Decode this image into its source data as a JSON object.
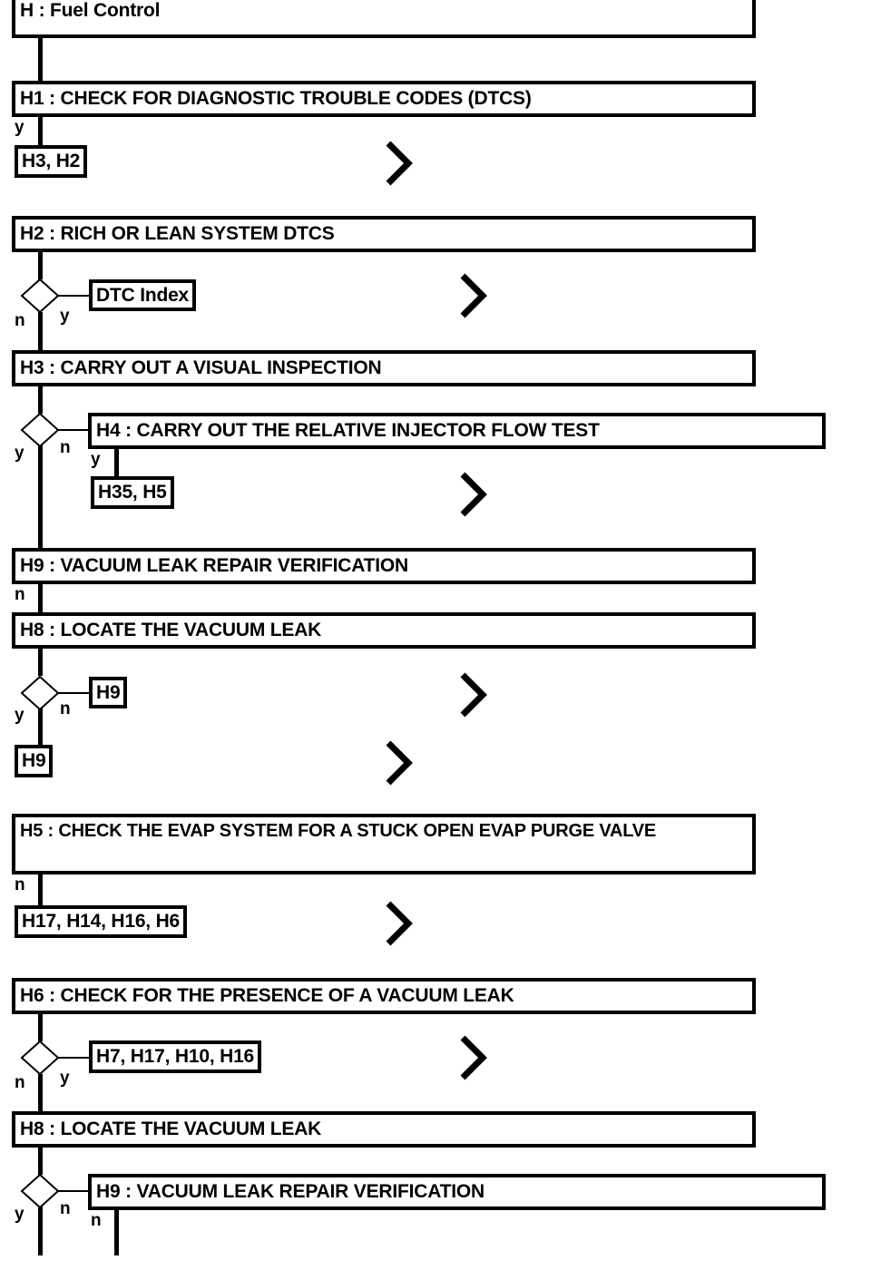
{
  "diagram": {
    "title": "H : Fuel Control",
    "type": "flowchart",
    "steps": [
      {
        "id": "H",
        "label": "H : Fuel Control"
      },
      {
        "id": "H1",
        "label": "H1 : CHECK FOR DIAGNOSTIC TROUBLE CODES (DTCS)"
      },
      {
        "id": "H2",
        "label": "H2 : RICH OR LEAN SYSTEM DTCS"
      },
      {
        "id": "H3",
        "label": "H3 : CARRY OUT A VISUAL INSPECTION"
      },
      {
        "id": "H4",
        "label": "H4 : CARRY OUT THE RELATIVE INJECTOR FLOW TEST"
      },
      {
        "id": "H9a",
        "label": "H9 : VACUUM LEAK REPAIR VERIFICATION"
      },
      {
        "id": "H8a",
        "label": "H8 : LOCATE THE VACUUM LEAK"
      },
      {
        "id": "H5",
        "label": "H5 : CHECK THE EVAP SYSTEM FOR A STUCK OPEN EVAP PURGE VALVE"
      },
      {
        "id": "H6",
        "label": "H6 : CHECK FOR THE PRESENCE OF A VACUUM LEAK"
      },
      {
        "id": "H8b",
        "label": "H8 : LOCATE THE VACUUM LEAK"
      },
      {
        "id": "H9b",
        "label": "H9 : VACUUM LEAK REPAIR VERIFICATION"
      }
    ],
    "references": [
      {
        "id": "ref1",
        "label": "H3, H2"
      },
      {
        "id": "ref2",
        "label": "DTC Index"
      },
      {
        "id": "ref3",
        "label": "H35, H5"
      },
      {
        "id": "ref4",
        "label": "H9"
      },
      {
        "id": "ref5",
        "label": "H9"
      },
      {
        "id": "ref6",
        "label": "H17, H14, H16, H6"
      },
      {
        "id": "ref7",
        "label": "H7, H17, H10, H16"
      }
    ],
    "branch_labels": {
      "yes": "y",
      "no": "n"
    },
    "branches": [
      {
        "id": "b1",
        "label": "y"
      },
      {
        "id": "b2",
        "label": "y"
      },
      {
        "id": "b3",
        "label": "n"
      },
      {
        "id": "b4",
        "label": "n"
      },
      {
        "id": "b5",
        "label": "y"
      },
      {
        "id": "b6",
        "label": "y"
      },
      {
        "id": "b7",
        "label": "n"
      },
      {
        "id": "b8",
        "label": "n"
      },
      {
        "id": "b9",
        "label": "y"
      },
      {
        "id": "b10",
        "label": "n"
      },
      {
        "id": "b11",
        "label": "y"
      },
      {
        "id": "b12",
        "label": "n"
      },
      {
        "id": "b13",
        "label": "y"
      },
      {
        "id": "b14",
        "label": "n"
      },
      {
        "id": "b15",
        "label": "n"
      }
    ],
    "colors": {
      "line": "#000000",
      "background": "#ffffff",
      "text": "#000000"
    }
  }
}
